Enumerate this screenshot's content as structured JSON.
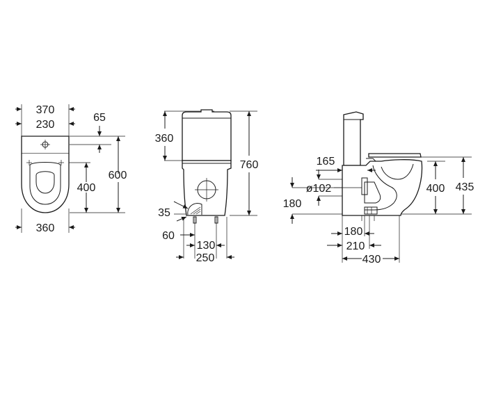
{
  "diagram": {
    "top_view": {
      "overall_width": "370",
      "inner_width": "230",
      "hole_offset": "65",
      "depth": "600",
      "bowl_depth": "400",
      "base_width": "360"
    },
    "front_view": {
      "tank_height": "360",
      "overall_height": "760",
      "outlet_height": "35",
      "inlet_offset": "60",
      "fixing_spacing": "130",
      "base_width": "250"
    },
    "side_view": {
      "tank_offset": "165",
      "outlet_diameter": "ø102",
      "outlet_height": "180",
      "seat_height": "400",
      "overall_height": "435",
      "fixing_offset": "180",
      "outlet_offset": "210",
      "depth": "430"
    }
  },
  "colors": {
    "line": "#1a1a1a",
    "background": "#ffffff"
  }
}
